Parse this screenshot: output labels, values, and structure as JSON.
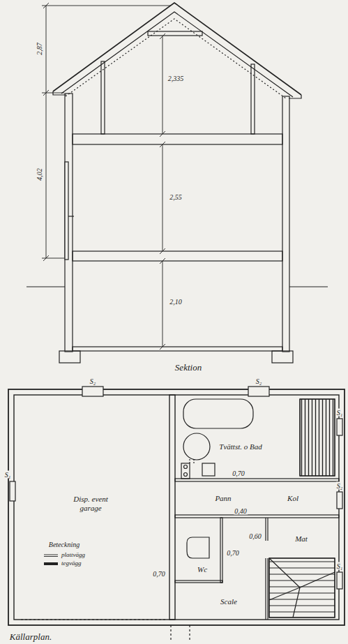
{
  "diagram": {
    "nodes": [
      {
        "text": [
          "Disp. event garage"
        ]
      },
      {
        "text": [
          "Tvättst. o Bad"
        ]
      },
      {
        "text": [
          "Pann"
        ]
      },
      {
        "text": [
          "Kol"
        ]
      },
      {
        "text": [
          "Wc"
        ]
      },
      {
        "text": [
          "Scale"
        ]
      },
      {
        "text": [
          "Mat"
        ]
      }
    ],
    "labels": [
      "2,87",
      "4,02",
      "2,335",
      "2,55",
      "2,10",
      "Sektion",
      "S₂",
      "S₂",
      "S₁",
      "S₂",
      "S₁",
      "S₁",
      "0,70",
      "0,40",
      "0,70",
      "0,60",
      "0,70",
      "Beteckning",
      "Källarplan."
    ],
    "legend": [
      {
        "text": "plattvägg"
      },
      {
        "text": "tegvägg"
      }
    ]
  }
}
